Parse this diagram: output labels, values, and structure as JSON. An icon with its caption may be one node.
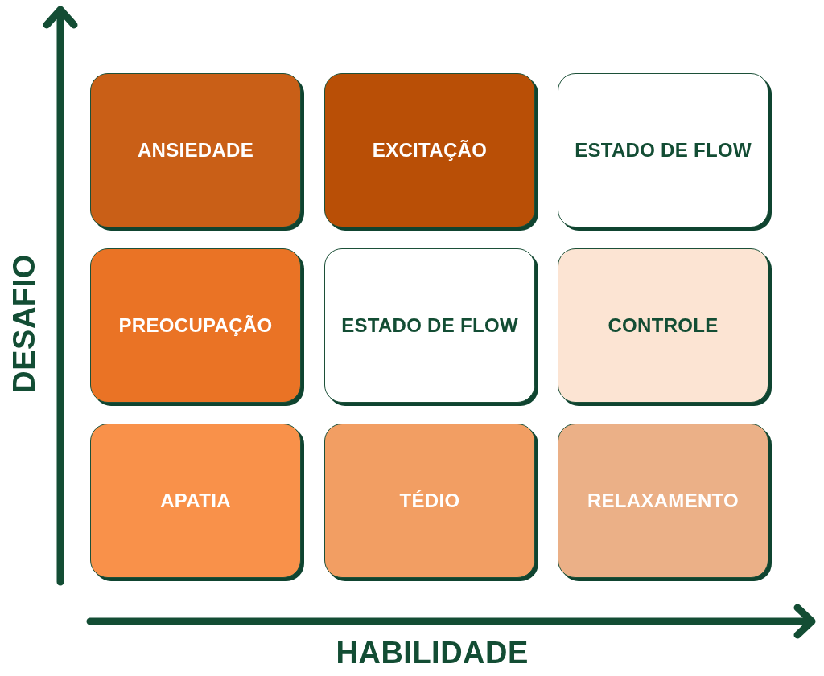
{
  "diagram": {
    "nodes": [
      {
        "text": [
          "ANSIEDADE"
        ]
      },
      {
        "text": [
          "EXCITAÇÃO"
        ]
      },
      {
        "text": [
          "ESTADO DE FLOW"
        ]
      },
      {
        "text": [
          "PREOCUPAÇÃO"
        ]
      },
      {
        "text": [
          "ESTADO DE FLOW"
        ]
      },
      {
        "text": [
          "CONTROLE"
        ]
      },
      {
        "text": [
          "APATIA"
        ]
      },
      {
        "text": [
          "TÉDIO"
        ]
      },
      {
        "text": [
          "RELAXAMENTO"
        ]
      }
    ],
    "labels": [
      "DESAFIO",
      "HABILIDADE"
    ]
  }
}
